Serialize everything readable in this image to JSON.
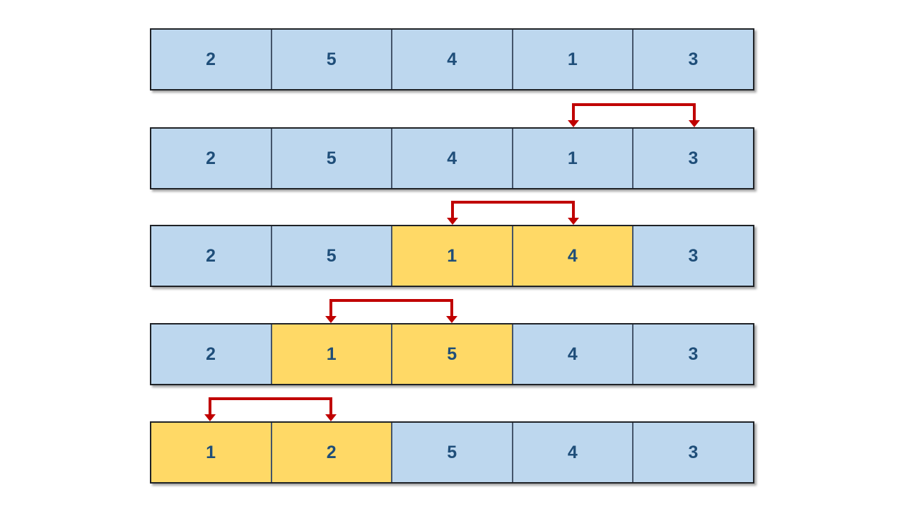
{
  "diagram": {
    "type": "sorting-steps",
    "colors": {
      "cell_fill": "#BDD7EE",
      "cell_highlight_fill": "#FFD966",
      "cell_border": "#44546A",
      "outer_border": "#1F2226",
      "number_text": "#1F4E79",
      "arrow": "#C00000",
      "background": "#FFFFFF"
    },
    "rows": [
      {
        "values": [
          "2",
          "5",
          "4",
          "1",
          "3"
        ],
        "highlighted_indices": [],
        "swap_arrow": null
      },
      {
        "values": [
          "2",
          "5",
          "4",
          "1",
          "3"
        ],
        "highlighted_indices": [],
        "swap_arrow": {
          "between_indices": [
            3,
            4
          ]
        }
      },
      {
        "values": [
          "2",
          "5",
          "1",
          "4",
          "3"
        ],
        "highlighted_indices": [
          2,
          3
        ],
        "swap_arrow": {
          "between_indices": [
            2,
            3
          ]
        }
      },
      {
        "values": [
          "2",
          "1",
          "5",
          "4",
          "3"
        ],
        "highlighted_indices": [
          1,
          2
        ],
        "swap_arrow": {
          "between_indices": [
            1,
            2
          ]
        }
      },
      {
        "values": [
          "1",
          "2",
          "5",
          "4",
          "3"
        ],
        "highlighted_indices": [
          0,
          1
        ],
        "swap_arrow": {
          "between_indices": [
            0,
            1
          ]
        }
      }
    ]
  }
}
